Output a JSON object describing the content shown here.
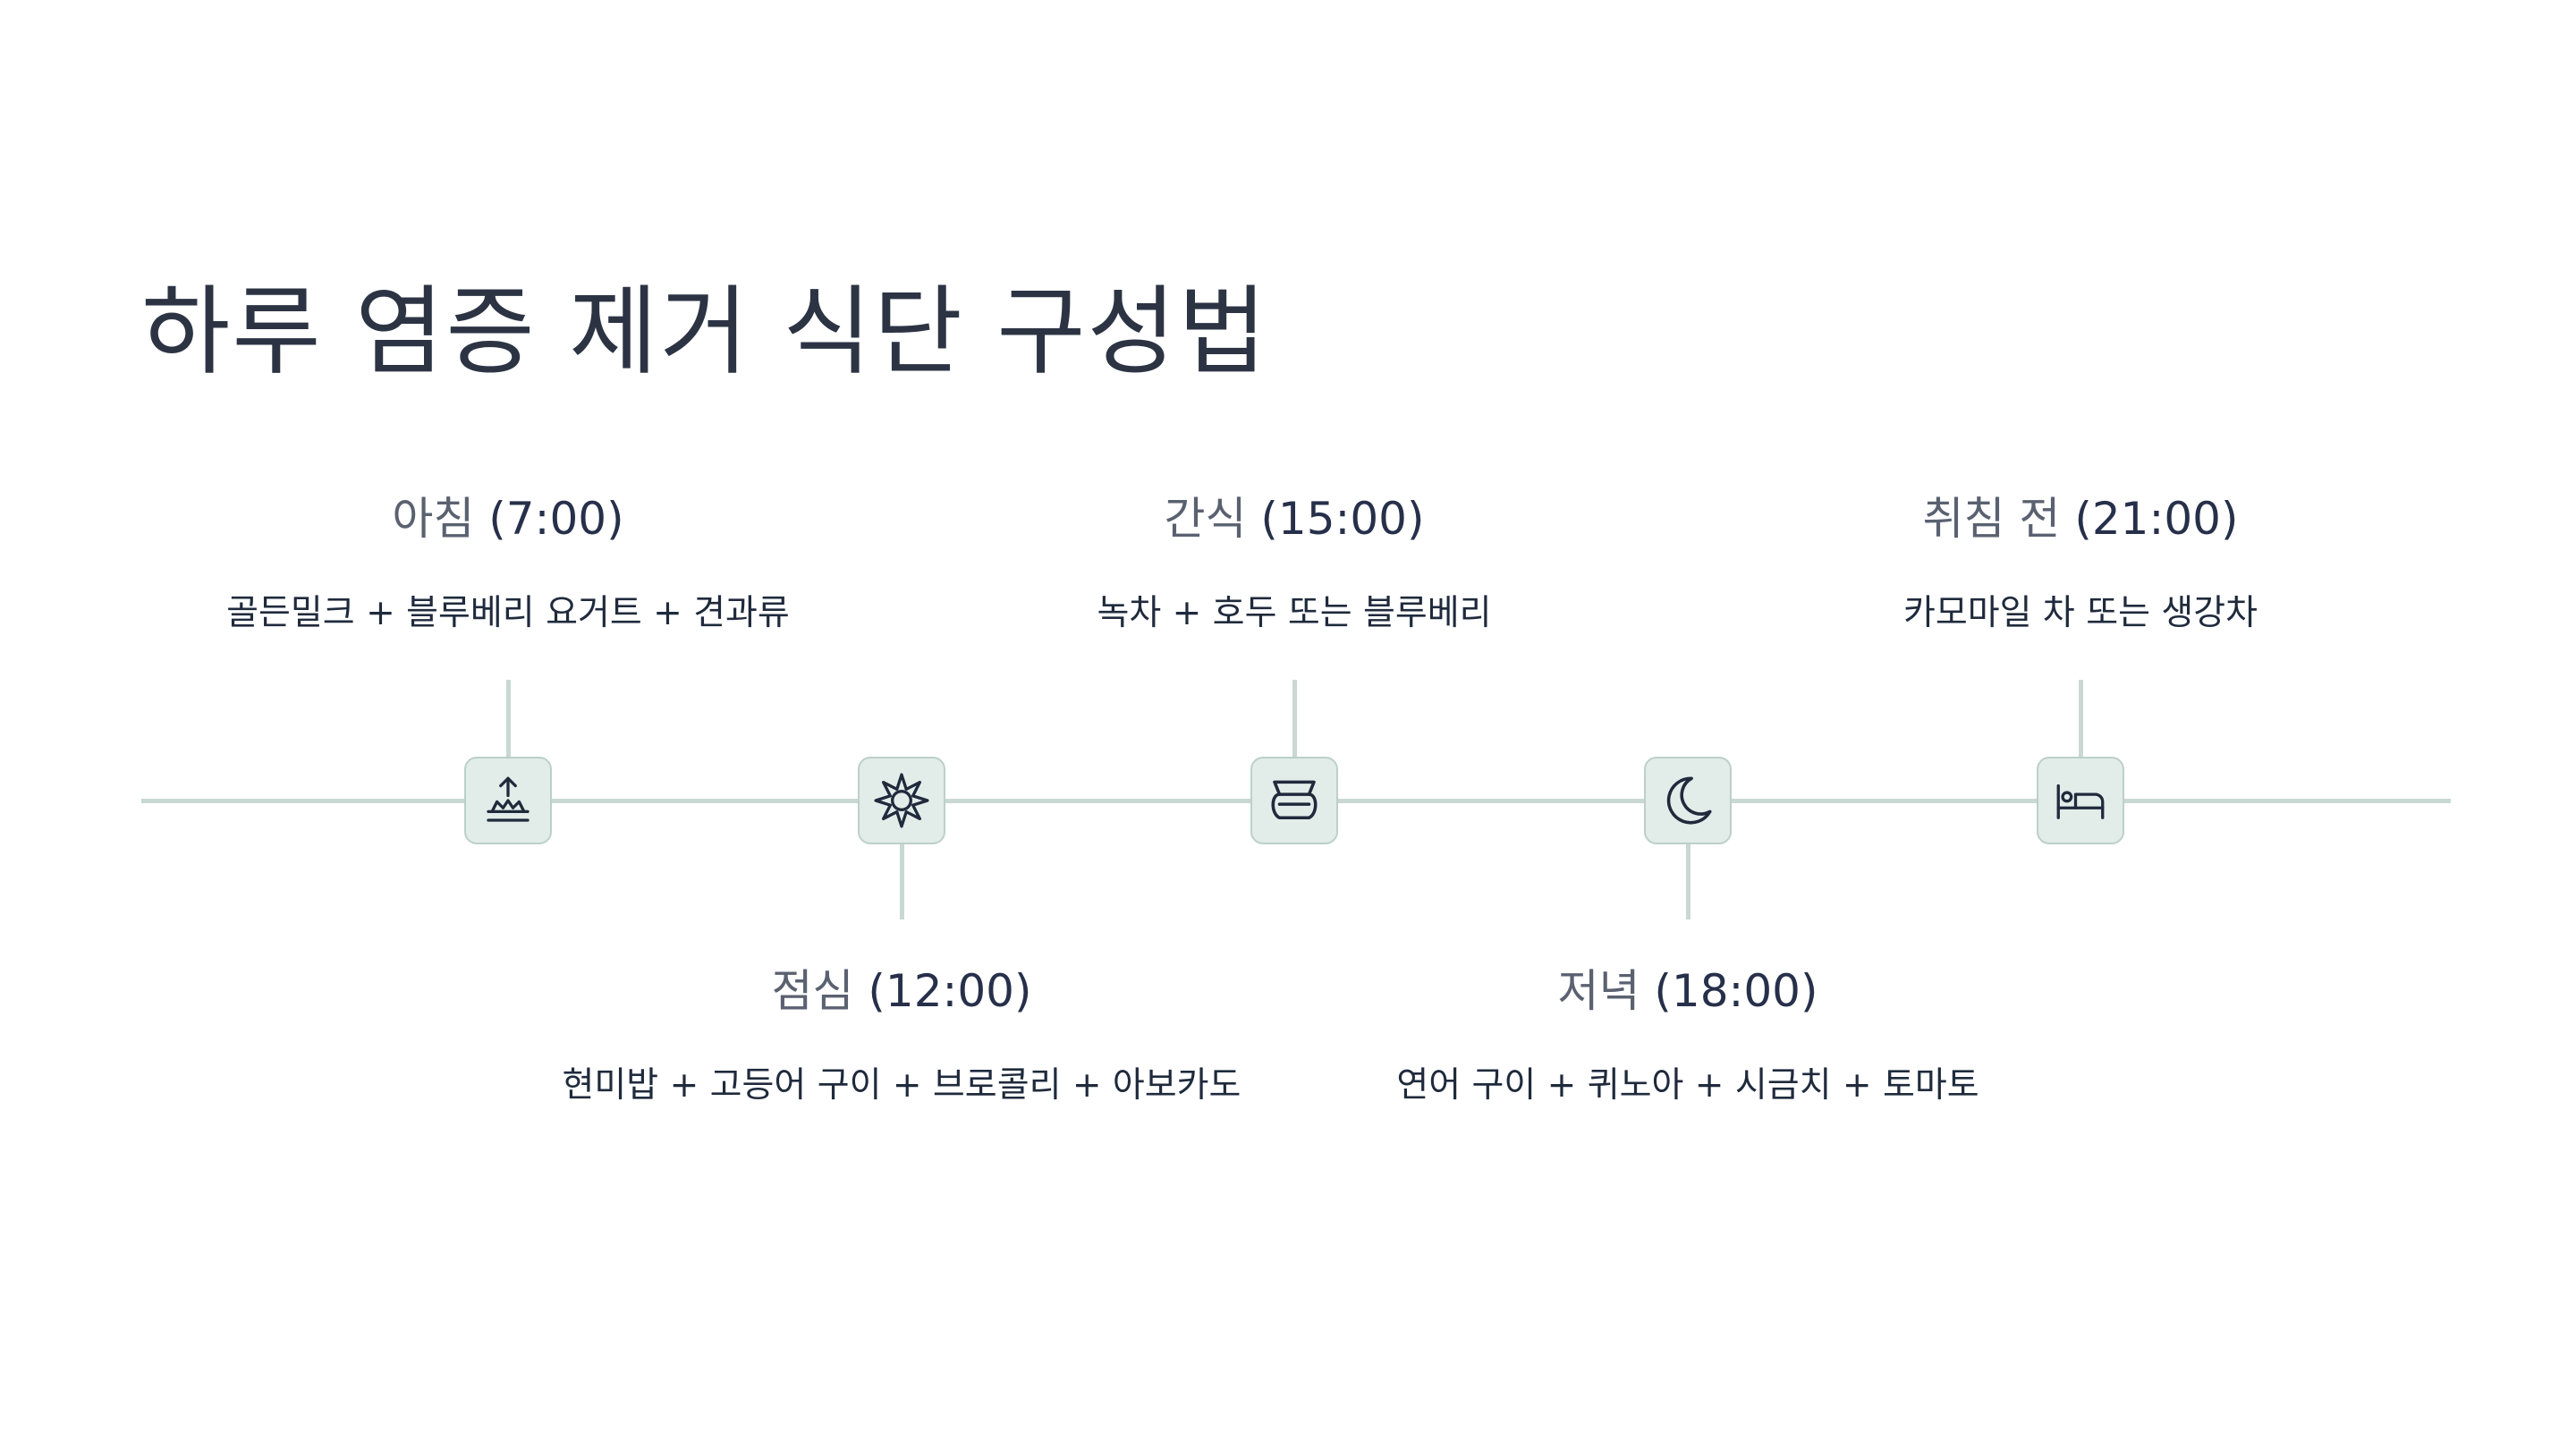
{
  "title": "하루 염증 제거 식단 구성법",
  "colors": {
    "line": "#c9d8d3",
    "node_fill": "#e2ece9",
    "node_border": "#bcd0ca",
    "icon": "#1f2a3c"
  },
  "meals": [
    {
      "meal": "아침",
      "time": "(7:00)",
      "desc": "골든밀크 + 블루베리 요거트 + 견과류",
      "icon": "sunrise-icon",
      "position": "above"
    },
    {
      "meal": "점심",
      "time": "(12:00)",
      "desc": "현미밥 + 고등어 구이 + 브로콜리 + 아보카도",
      "icon": "sun-icon",
      "position": "below"
    },
    {
      "meal": "간식",
      "time": "(15:00)",
      "desc": "녹차 + 호두 또는 블루베리",
      "icon": "snack-bowl-icon",
      "position": "above"
    },
    {
      "meal": "저녁",
      "time": "(18:00)",
      "desc": "연어 구이 + 퀴노아 + 시금치 + 토마토",
      "icon": "moon-icon",
      "position": "below"
    },
    {
      "meal": "취침 전",
      "time": "(21:00)",
      "desc": "카모마일 차 또는 생강차",
      "icon": "bed-icon",
      "position": "above"
    }
  ]
}
